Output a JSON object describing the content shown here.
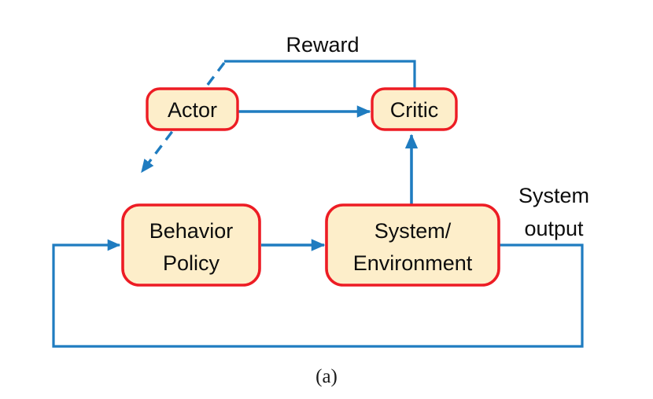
{
  "figure": {
    "caption": "(a)",
    "background_color": "#ffffff"
  },
  "colors": {
    "node_fill": "#fdeeca",
    "node_border": "#ed1c24",
    "connector": "#1f7cc0",
    "text": "#0d0d0d"
  },
  "nodes": [
    {
      "id": "actor",
      "label": "Actor",
      "lines": [
        "Actor"
      ]
    },
    {
      "id": "critic",
      "label": "Critic",
      "lines": [
        "Critic"
      ]
    },
    {
      "id": "behavior-policy",
      "label": "Behavior Policy",
      "lines": [
        "Behavior",
        "Policy"
      ]
    },
    {
      "id": "system-environment",
      "label": "System/Environment",
      "lines": [
        "System/",
        "Environment"
      ]
    }
  ],
  "edge_labels": {
    "reward": "Reward",
    "system_output_line1": "System",
    "system_output_line2": "output"
  },
  "edges": [
    {
      "id": "actor-to-critic",
      "from": "actor",
      "to": "critic",
      "style": "solid",
      "label": ""
    },
    {
      "id": "critic-to-actor-reward",
      "from": "critic",
      "to": "actor",
      "style": "solid",
      "label": "Reward"
    },
    {
      "id": "actor-to-behavior-policy",
      "from": "actor",
      "to": "behavior-policy",
      "style": "dashed",
      "label": ""
    },
    {
      "id": "behavior-policy-to-system",
      "from": "behavior-policy",
      "to": "system-environment",
      "style": "solid",
      "label": ""
    },
    {
      "id": "system-to-critic",
      "from": "system-environment",
      "to": "critic",
      "style": "solid",
      "label": ""
    },
    {
      "id": "system-output-feedback",
      "from": "system-environment",
      "to": "behavior-policy",
      "style": "solid",
      "label": "System output"
    }
  ]
}
